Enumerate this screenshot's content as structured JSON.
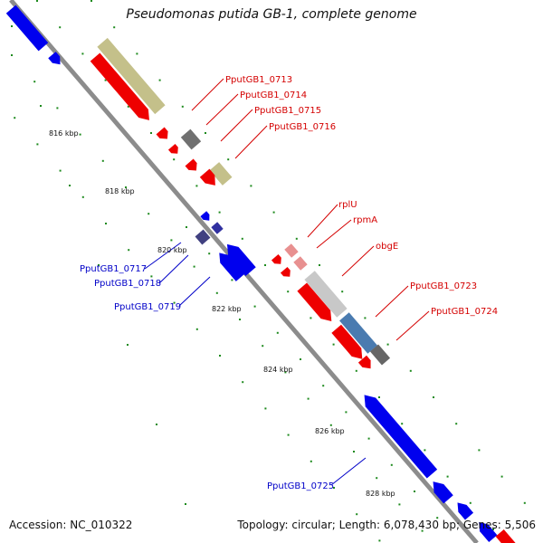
{
  "title": "Pseudomonas putida GB-1, complete genome",
  "footer": {
    "accession": "Accession: NC_010322",
    "summary": "Topology: circular; Length: 6,078,430 bp; Genes: 5,506"
  },
  "colors": {
    "backbone": "#8c8c8c",
    "tick_dots": "#1d8a1d",
    "forward_gene": "#ee0000",
    "reverse_gene": "#0000ee",
    "label_red": "#d40000",
    "label_blue": "#0000c8"
  },
  "ticks": [
    "816 kbp",
    "818 kbp",
    "820 kbp",
    "822 kbp",
    "824 kbp",
    "826 kbp",
    "828 kbp"
  ],
  "gene_labels": {
    "g0713": "PputGB1_0713",
    "g0714": "PputGB1_0714",
    "g0715": "PputGB1_0715",
    "g0716": "PputGB1_0716",
    "rplU": "rplU",
    "rpmA": "rpmA",
    "obgE": "obgE",
    "g0723": "PputGB1_0723",
    "g0724": "PputGB1_0724",
    "g0717": "PputGB1_0717",
    "g0718": "PputGB1_0718",
    "g0719": "PputGB1_0719",
    "g0725": "PputGB1_0725"
  }
}
